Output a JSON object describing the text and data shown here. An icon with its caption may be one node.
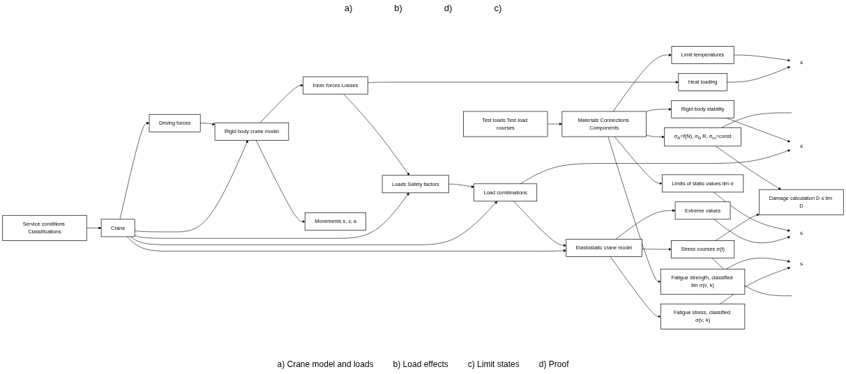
{
  "diagram": {
    "nodes": [
      {
        "text": [
          "Service conditions Classifications"
        ]
      },
      {
        "text": [
          "Crane"
        ]
      },
      {
        "text": [
          "Driving forces"
        ]
      },
      {
        "text": [
          "Rigid body crane model"
        ]
      },
      {
        "text": [
          "Inner forces Losses"
        ]
      },
      {
        "text": [
          "Heat loading"
        ]
      },
      {
        "text": [
          "≤"
        ]
      },
      {
        "text": [
          "Limit temperatures"
        ]
      },
      {
        "text": [
          "Movements s, v, a"
        ]
      },
      {
        "text": [
          "≤"
        ]
      },
      {
        "text": [
          "Rigid body stability"
        ]
      },
      {
        "text": [
          "Loads Safety factors"
        ]
      },
      {
        "text": [
          "Load combinations"
        ]
      },
      {
        "text": [
          "Elastostatic crane model"
        ]
      },
      {
        "text": [
          "Extreme values"
        ]
      },
      {
        "text": [
          "≤"
        ]
      },
      {
        "text": [
          "Limits of static values lim σ"
        ]
      },
      {
        "text": [
          "Fatigue stress, classified σ(ν, k)"
        ]
      },
      {
        "text": [
          "≤"
        ]
      },
      {
        "text": [
          "Fatigue strength, classified lim σ(ν, k)"
        ]
      },
      {
        "text": [
          "Stress courses σ(t)"
        ]
      },
      {
        "text": [
          "Damage calculation D ≤ lim D"
        ]
      },
      {
        "text": [
          "σ$_{A}$=f(N), σ$_{D}$ R, σ$_{m}$=const"
        ]
      },
      {
        "text": [
          "Materials Connections Components"
        ]
      },
      {
        "text": [
          "Test loads Test load courses"
        ]
      }
    ],
    "edges": [
      {
        "from": 0,
        "to": 1,
        "arrow": "to"
      },
      {
        "from": 1,
        "to": 2,
        "arrow": "to"
      },
      {
        "from": 1,
        "to": 3,
        "arrow": "to"
      },
      {
        "from": 1,
        "to": 11,
        "arrow": "to"
      },
      {
        "from": 1,
        "to": 12,
        "arrow": "to"
      },
      {
        "from": 1,
        "to": 13,
        "arrow": "to"
      },
      {
        "from": 2,
        "to": 3,
        "arrow": "to"
      },
      {
        "from": 3,
        "to": 4,
        "arrow": "to"
      },
      {
        "from": 3,
        "to": 8,
        "arrow": "to"
      },
      {
        "from": 4,
        "to": 5,
        "arrow": "to"
      },
      {
        "from": 4,
        "to": 11,
        "arrow": "to"
      },
      {
        "from": 5,
        "to": 6,
        "arrow": "to"
      },
      {
        "from": 7,
        "to": 6,
        "arrow": "to"
      },
      {
        "from": 12,
        "to": 9,
        "arrow": "to"
      },
      {
        "from": 10,
        "to": 9,
        "arrow": "to"
      },
      {
        "from": 11,
        "to": 12,
        "arrow": "to"
      },
      {
        "from": 12,
        "to": 13,
        "arrow": "to"
      },
      {
        "from": 13,
        "to": 14,
        "arrow": "to"
      },
      {
        "from": 13,
        "to": 17,
        "arrow": "to"
      },
      {
        "from": 13,
        "to": 20,
        "arrow": "to"
      },
      {
        "from": 14,
        "to": 15,
        "arrow": "to"
      },
      {
        "from": 16,
        "to": 15,
        "arrow": "to"
      },
      {
        "from": 17,
        "to": 18,
        "arrow": "to"
      },
      {
        "from": 19,
        "to": 18,
        "arrow": "to"
      },
      {
        "from": 20,
        "to": 21,
        "arrow": "to"
      },
      {
        "from": 20,
        "to": null,
        "arrow": "none"
      },
      {
        "from": 22,
        "to": 21,
        "arrow": "to"
      },
      {
        "from": 22,
        "to": null,
        "arrow": "none"
      },
      {
        "from": 23,
        "to": 22,
        "arrow": "to"
      },
      {
        "from": 23,
        "to": 7,
        "arrow": "to"
      },
      {
        "from": 23,
        "to": 10,
        "arrow": "to"
      },
      {
        "from": 23,
        "to": 16,
        "arrow": "to"
      },
      {
        "from": 23,
        "to": 19,
        "arrow": "to"
      },
      {
        "from": 24,
        "to": 23,
        "arrow": "to"
      }
    ],
    "labels": [
      "a)",
      "b)",
      "d)",
      "c)",
      "a) Crane model and loads",
      "b) Load effects",
      "c) Limit states",
      "d) Proof"
    ]
  }
}
